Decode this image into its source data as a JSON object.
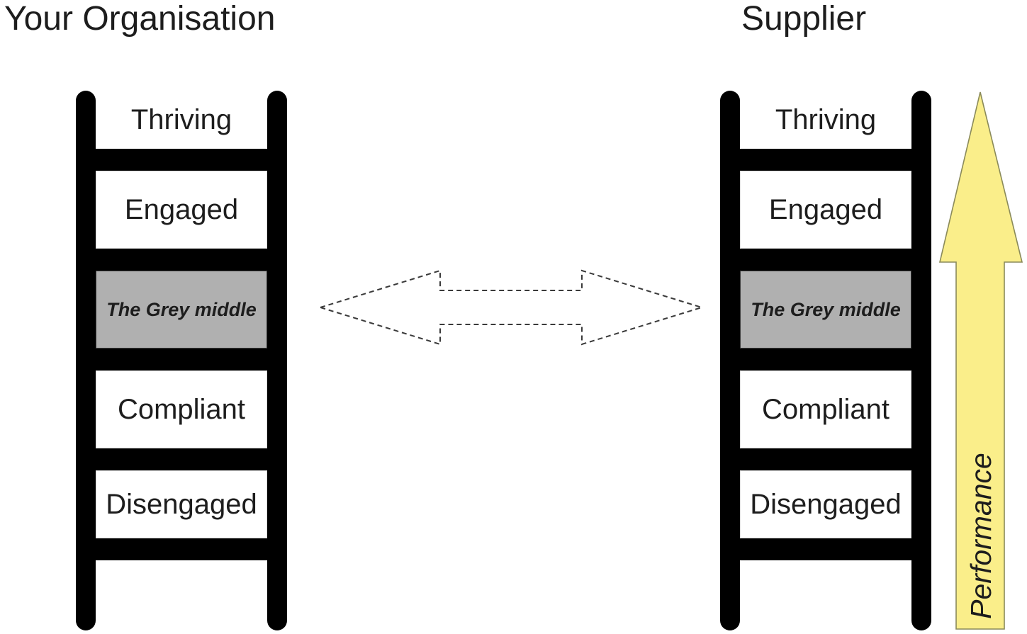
{
  "panels": [
    {
      "id": "your-organisation",
      "title": "Your Organisation",
      "steps": [
        {
          "label": "Thriving",
          "style": "nobox"
        },
        {
          "label": "Engaged",
          "style": "plainbox"
        },
        {
          "label": "The Grey middle",
          "style": "greyfill"
        },
        {
          "label": "Compliant",
          "style": "plainbox"
        },
        {
          "label": "Disengaged",
          "style": "plainbox"
        }
      ]
    },
    {
      "id": "supplier",
      "title": "Supplier",
      "steps": [
        {
          "label": "Thriving",
          "style": "nobox"
        },
        {
          "label": "Engaged",
          "style": "plainbox"
        },
        {
          "label": "The Grey middle",
          "style": "greyfill"
        },
        {
          "label": "Compliant",
          "style": "plainbox"
        },
        {
          "label": "Disengaged",
          "style": "plainbox"
        }
      ]
    }
  ],
  "connector": {
    "name": "bidirectional-comparison-arrow",
    "direction": "both",
    "stroke_style": "dashed",
    "fill": "none",
    "stroke_color": "#3a3a3a"
  },
  "axis_arrow": {
    "label": "Performance",
    "direction": "up",
    "fill_color": "#faee8a",
    "stroke_color": "#8a8a5a",
    "label_style": "italic",
    "label_rotation": "-90"
  },
  "colors": {
    "ladder": "#000000",
    "grey_middle_fill": "#b0b0b0",
    "grey_middle_border": "#3a3a3a",
    "text": "#1d1d1d",
    "background": "#ffffff",
    "performance_yellow": "#faee8a"
  }
}
